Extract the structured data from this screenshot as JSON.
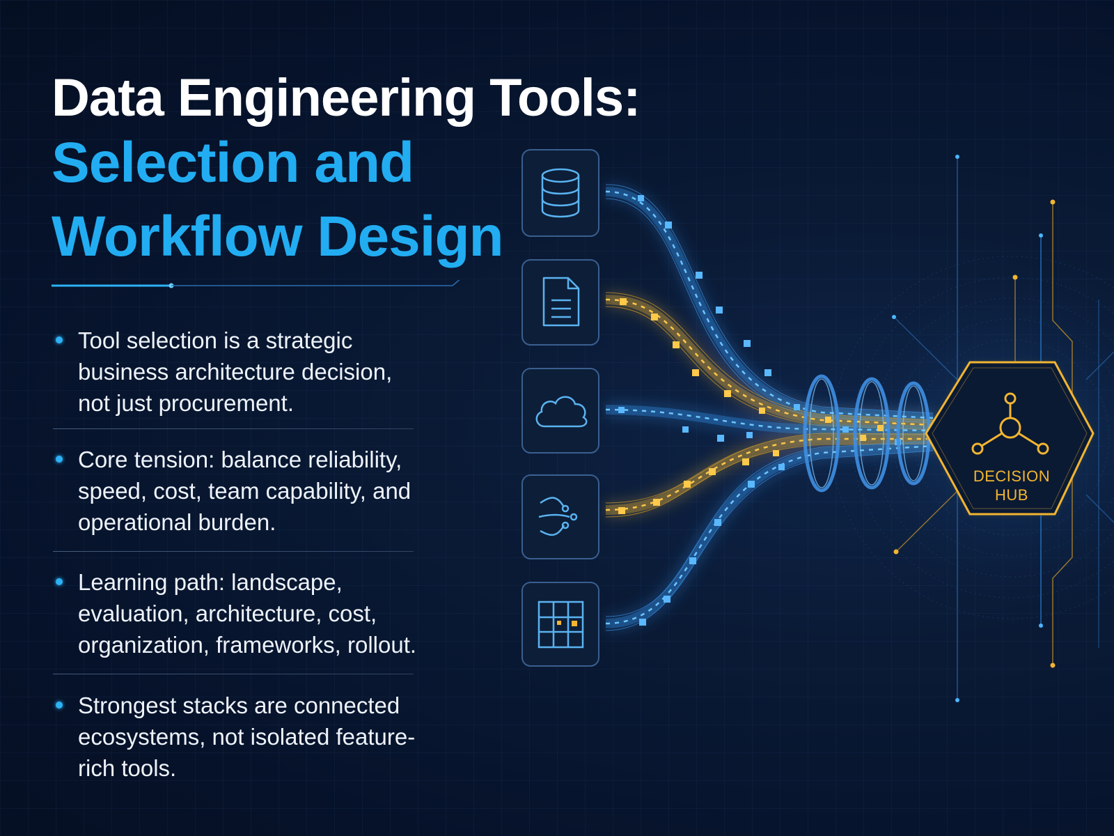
{
  "title": {
    "line1": "Data Engineering Tools:",
    "line2": "Selection and",
    "line3": "Workflow Design"
  },
  "bullets": [
    {
      "text": "Tool selection is a strategic business architecture decision, not just procurement."
    },
    {
      "text": "Core tension: balance reliability, speed, cost, team capability, and operational burden."
    },
    {
      "text": "Learning path: landscape, evaluation, architecture, cost, organization, frameworks, rollout."
    },
    {
      "text": "Strongest stacks are connected ecosystems, not isolated feature-rich tools."
    }
  ],
  "diagram": {
    "source_icons": [
      "database-icon",
      "document-icon",
      "cloud-icon",
      "stream-icon",
      "grid-icon"
    ],
    "hub": {
      "label_line1": "DECISION",
      "label_line2": "HUB",
      "icon": "network-node-icon"
    },
    "colors": {
      "blue": "#2f8fe8",
      "light_blue": "#4cb6ff",
      "gold": "#f2b531",
      "panel": "#0d1e38"
    }
  }
}
